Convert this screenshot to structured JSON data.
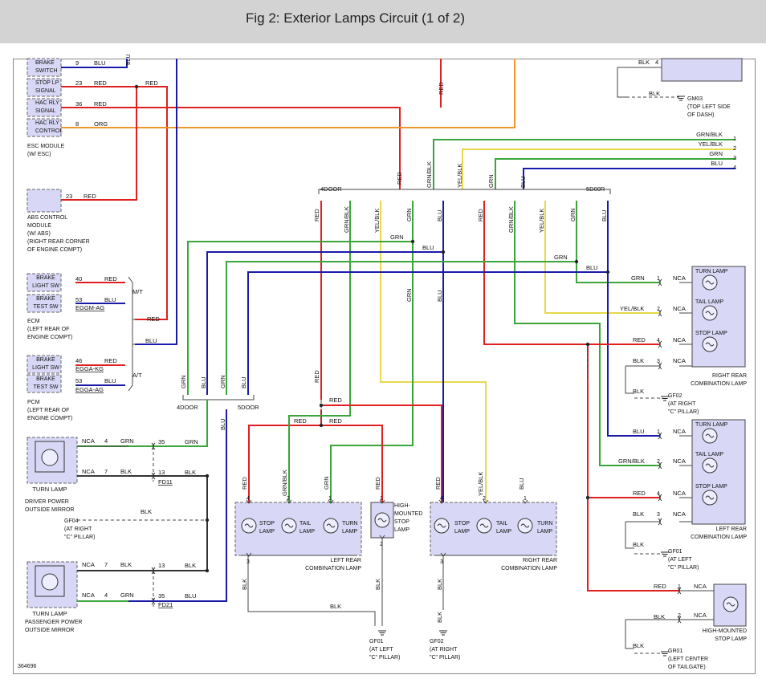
{
  "header": {
    "title": "Fig 2: Exterior Lamps Circuit (1 of 2)"
  },
  "figure_id": "364696",
  "colors": {
    "red": "#e02020",
    "blue": "#1a1aa8",
    "green": "#3aa53a",
    "orange": "#f0962a",
    "yellow": "#e8d84a",
    "black": "#333333",
    "box_fill": "#d8d8f6"
  },
  "wire_colors": {
    "red": "RED",
    "blu": "BLU",
    "grn": "GRN",
    "org": "ORG",
    "blk": "BLK",
    "yel_blk": "YEL/BLK",
    "grn_blk": "GRN/BLK",
    "nca": "NCA"
  },
  "esc": {
    "brake_switch": [
      "BRAKE",
      "SWITCH"
    ],
    "stop_lp": [
      "STOP LP",
      "SIGNAL"
    ],
    "hac_sig": [
      "HAC RLY",
      "SIGNAL"
    ],
    "hac_ctl": [
      "HAC RLY",
      "CONTROL"
    ],
    "pins": [
      "9",
      "23",
      "36",
      "8"
    ],
    "label": [
      "ESC MODULE",
      "(W/ ESC)"
    ]
  },
  "abs": {
    "pin": "23",
    "label": [
      "ABS CONTROL",
      "MODULE",
      "(W/ ABS)",
      "(RIGHT REAR CORNER",
      "OF ENGINE COMPT)"
    ]
  },
  "ecm": {
    "brake_light": [
      "BRAKE",
      "LIGHT SW"
    ],
    "brake_test": [
      "BRAKE",
      "TEST SW"
    ],
    "pins": [
      "40",
      "53"
    ],
    "connector": "EGGM-AG",
    "trans": "M/T",
    "label": [
      "ECM",
      "(LEFT REAR OF",
      "ENGINE COMPT)"
    ]
  },
  "pcm": {
    "brake_light": [
      "BRAKE",
      "LIGHT SW"
    ],
    "brake_test": [
      "BRAKE",
      "TEST SW"
    ],
    "pins": [
      "46",
      "53"
    ],
    "connectors": [
      "EGGA-KG",
      "EGGA-AG"
    ],
    "trans": "A/T",
    "label": [
      "PCM",
      "(LEFT REAR OF",
      "ENGINE COMPT)"
    ]
  },
  "variants": {
    "four_door": "4DOOR",
    "five_door": "5DOOR",
    "five_door_alt": "5D00R"
  },
  "mirrors": {
    "turn_lamp": "TURN LAMP",
    "driver": [
      "DRIVER POWER",
      "OUTSIDE MIRROR"
    ],
    "passenger": [
      "PASSENGER POWER",
      "OUTSIDE MIRROR"
    ],
    "pins": [
      "4",
      "7",
      "35",
      "13"
    ],
    "connectors": [
      "FD11",
      "FD21"
    ]
  },
  "grounds": {
    "gm03": [
      "GM03",
      "(TOP LEFT SIDE",
      "OF DASH)"
    ],
    "gf04": [
      "GF04",
      "(AT RIGHT",
      "\"C\" PILLAR)"
    ],
    "gf02_r": [
      "GF02",
      "(AT RIGHT",
      "\"C\" PILLAR)"
    ],
    "gf01_r": [
      "GF01",
      "(AT LEFT",
      "\"C\" PILLAR)"
    ],
    "gr01": [
      "GR01",
      "(LEFT CENTER",
      "OF TAILGATE)"
    ],
    "gf01_b": [
      "GF01",
      "(AT LEFT",
      "\"C\" PILLAR)"
    ],
    "gf02_b": [
      "GF02",
      "(AT RIGHT",
      "\"C\" PILLAR)"
    ]
  },
  "lamps": {
    "turn": "TURN LAMP",
    "tail": "TAIL LAMP",
    "stop": "STOP LAMP",
    "stop2": [
      "STOP",
      "LAMP"
    ],
    "tail2": [
      "TAIL",
      "LAMP"
    ],
    "turn2": [
      "TURN",
      "LAMP"
    ],
    "right_rear_combo": [
      "RIGHT REAR",
      "COMBINATION LAMP"
    ],
    "left_rear_combo": [
      "LEFT REAR",
      "COMBINATION LAMP"
    ],
    "hmsl": [
      "HIGH-MOUNTED",
      "STOP LAMP"
    ],
    "hmsl_center": [
      "HIGH-",
      "MOUNTED",
      "STOP",
      "LAMP"
    ]
  },
  "pins": {
    "p1": "1",
    "p2": "2",
    "p3": "3",
    "p4": "4"
  }
}
